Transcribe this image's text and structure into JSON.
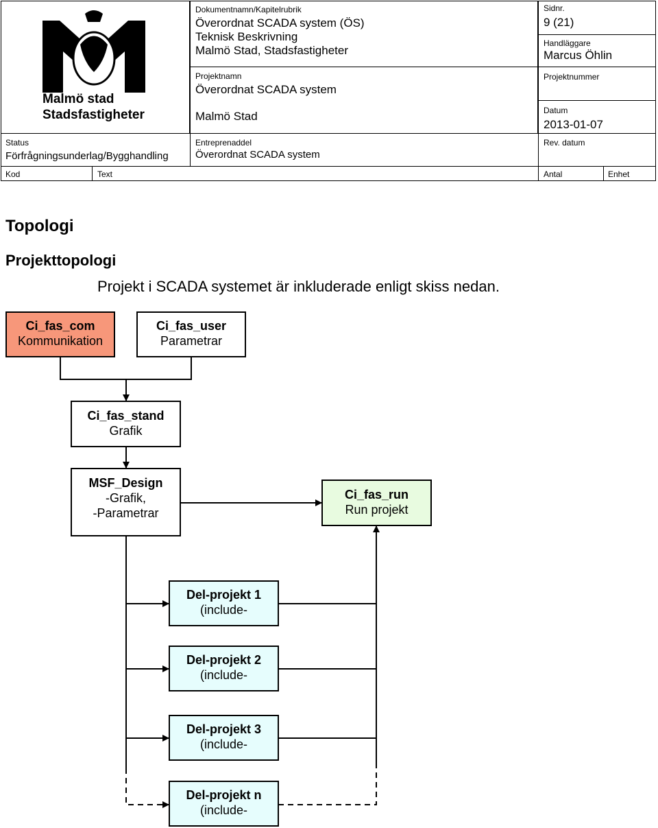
{
  "header": {
    "doc_label": "Dokumentnamn/Kapitelrubrik",
    "doc_line1": "Överordnat SCADA system (ÖS)",
    "doc_line2": "Teknisk Beskrivning",
    "doc_line3": "Malmö Stad, Stadsfastigheter",
    "page_label": "Sidnr.",
    "page_value": "9 (21)",
    "handler_label": "Handläggare",
    "handler_value": "Marcus Öhlin",
    "project_label": "Projektnamn",
    "project_value": "Överordnat SCADA system",
    "project_value2": "Malmö Stad",
    "projnum_label": "Projektnummer",
    "date_label": "Datum",
    "date_value": "2013-01-07",
    "status_label": "Status",
    "status_value": "Förfrågningsunderlag/Bygghandling",
    "contract_label": "Entreprenaddel",
    "contract_value": "Överordnat SCADA system",
    "rev_label": "Rev. datum",
    "col_kod": "Kod",
    "col_text": "Text",
    "col_antal": "Antal",
    "col_enhet": "Enhet",
    "logo_line1": "Malmö stad",
    "logo_line2": "Stadsfastigheter"
  },
  "content": {
    "heading": "Topologi",
    "subheading": "Projekttopologi",
    "intro": "Projekt i SCADA systemet är inkluderade enligt skiss nedan."
  },
  "diagram": {
    "com": {
      "title": "Ci_fas_com",
      "sub": "Kommunikation"
    },
    "user": {
      "title": "Ci_fas_user",
      "sub": "Parametrar"
    },
    "stand": {
      "title": "Ci_fas_stand",
      "sub": "Grafik"
    },
    "design": {
      "title": "MSF_Design",
      "sub1": "-Grafik,",
      "sub2": "-Parametrar"
    },
    "run": {
      "title": "Ci_fas_run",
      "sub": "Run projekt"
    },
    "del1": {
      "title": "Del-projekt 1",
      "sub": "(include-"
    },
    "del2": {
      "title": "Del-projekt 2",
      "sub": "(include-"
    },
    "del3": {
      "title": "Del-projekt 3",
      "sub": "(include-"
    },
    "deln": {
      "title": "Del-projekt n",
      "sub": "(include-"
    },
    "colors": {
      "com_fill": "#f7977a",
      "run_fill": "#e8fbe0",
      "del_fill": "#e6fdfd"
    }
  }
}
